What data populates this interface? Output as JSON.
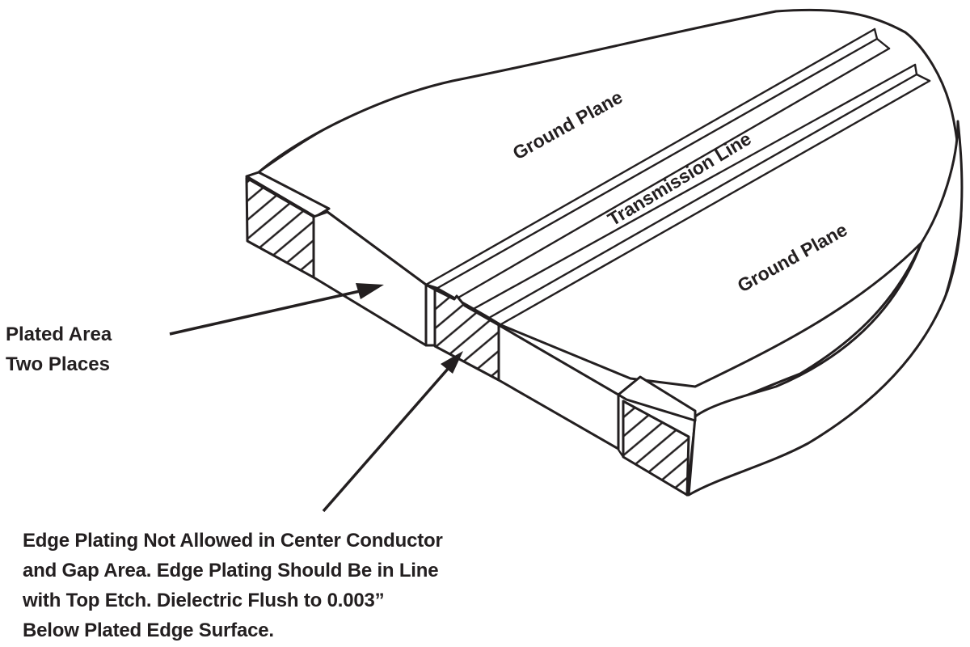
{
  "diagram": {
    "title": "Edge plating on transmission line board",
    "labels": {
      "ground_plane_top": "Ground Plane",
      "transmission_line": "Transmission Line",
      "ground_plane_bottom": "Ground Plane"
    },
    "callouts": {
      "plated_area": [
        "Plated Area",
        "Two Places"
      ],
      "edge_plating_note": [
        "Edge Plating Not Allowed in Center Conductor",
        "and Gap Area. Edge Plating Should Be in Line",
        "with Top Etch. Dielectric Flush to 0.003”",
        "Below Plated Edge Surface."
      ]
    },
    "colors": {
      "ink": "#231f20",
      "background": "#ffffff"
    }
  }
}
